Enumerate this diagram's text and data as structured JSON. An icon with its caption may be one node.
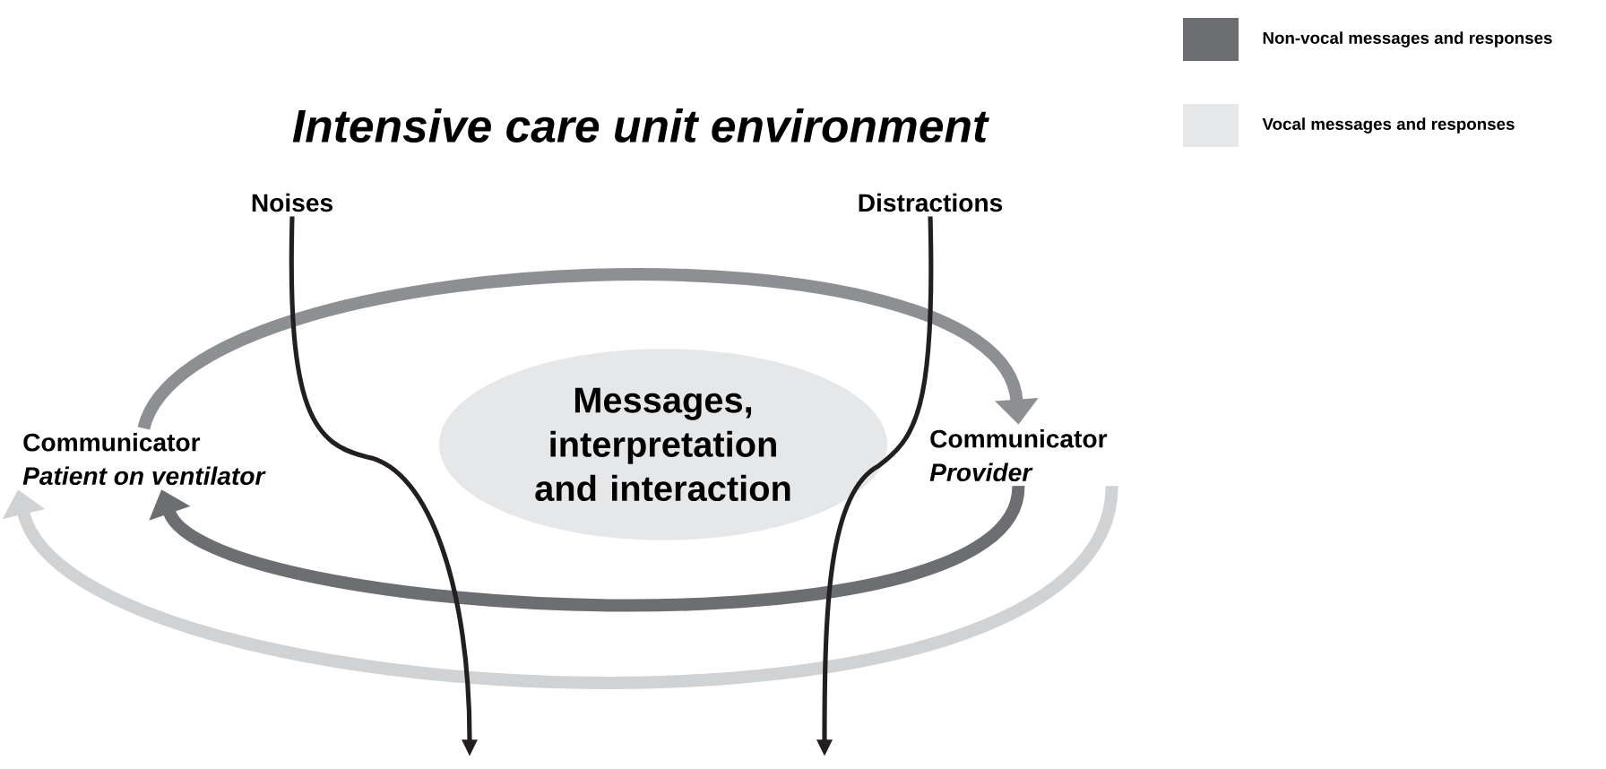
{
  "diagram": {
    "title": "Intensive care unit environment",
    "nodes": [
      {
        "text": [
          "Communicator",
          "Patient on ventilator"
        ]
      },
      {
        "text": [
          "Messages, interpretation and interaction"
        ]
      },
      {
        "text": [
          "Communicator",
          "Provider"
        ]
      },
      {
        "text": [
          "Noises"
        ]
      },
      {
        "text": [
          "Distractions"
        ]
      }
    ],
    "edges": [
      {
        "from": 0,
        "to": 2,
        "arrow": "to",
        "color": "#8e8f92"
      },
      {
        "from": 2,
        "to": 0,
        "arrow": "to",
        "color": "#6d6e71"
      },
      {
        "from": 2,
        "to": 0,
        "arrow": "to",
        "color": "#d1d2d4"
      },
      {
        "from": 3,
        "to": null,
        "arrow": "to",
        "color": "#231f20"
      },
      {
        "from": 4,
        "to": null,
        "arrow": "to",
        "color": "#231f20"
      }
    ],
    "legend": [
      {
        "text": "Non-vocal messages and responses",
        "color": "#6d6e71"
      },
      {
        "text": "Vocal messages and responses",
        "color": "#e6e7e8"
      }
    ]
  }
}
